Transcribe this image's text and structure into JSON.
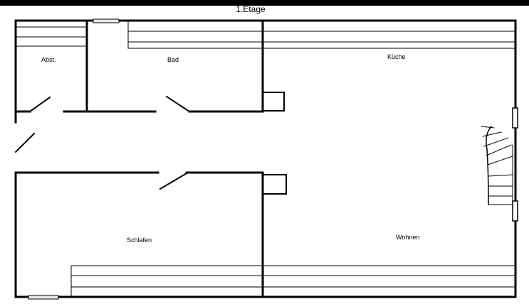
{
  "title": "1.Etage",
  "rooms": {
    "abst": "Abst.",
    "bad": "Bad",
    "kueche": "Küche",
    "schlafen": "Schlafen",
    "wohnen": "Wohnen"
  },
  "colors": {
    "wall": "#000000",
    "background": "#ffffff",
    "window_fill": "#e8e8e8"
  }
}
